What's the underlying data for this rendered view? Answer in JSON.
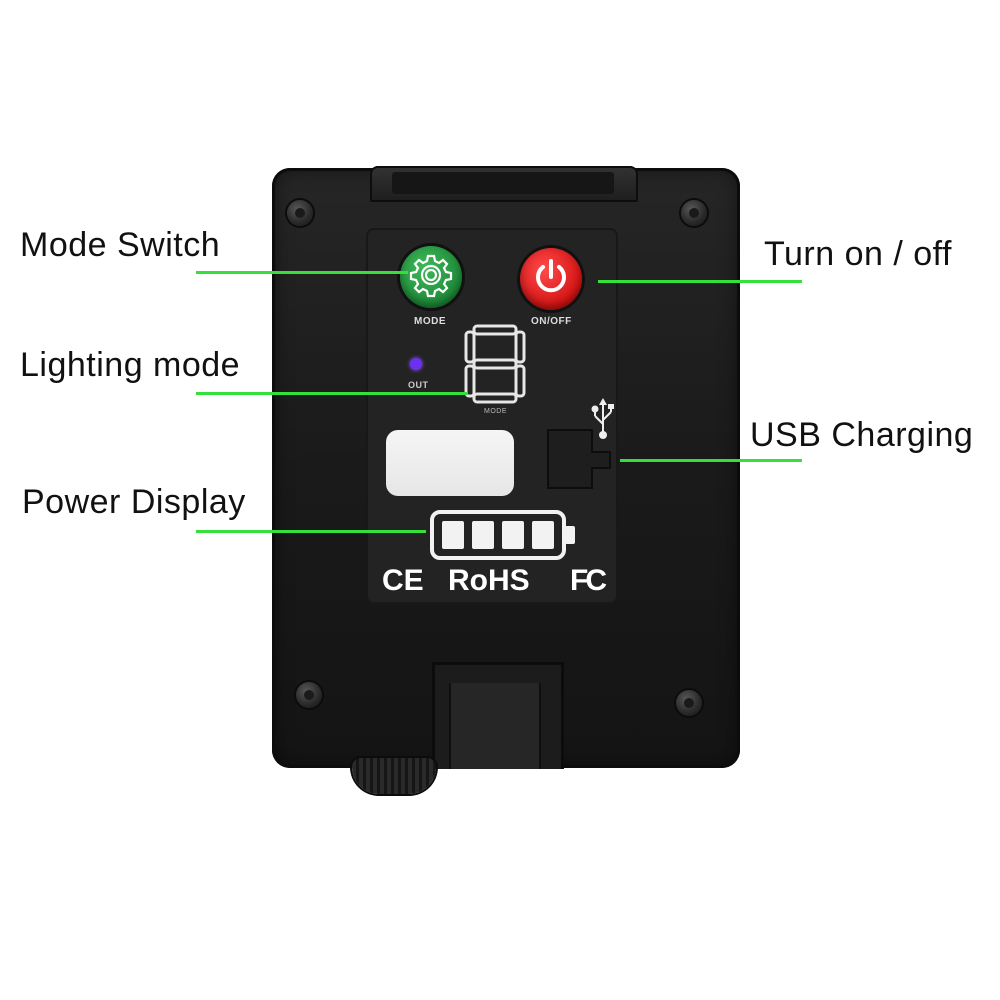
{
  "callouts": {
    "mode_switch": "Mode Switch",
    "turn_on_off": "Turn on / off",
    "lighting_mode": "Lighting mode",
    "usb_charging": "USB Charging",
    "power_display": "Power Display"
  },
  "panel": {
    "mode_label": "MODE",
    "onoff_label": "ON/OFF",
    "out_label": "OUT",
    "digit_label": "MODE",
    "battery_level_fraction": 1.0,
    "certifications": {
      "ce": "CE",
      "rohs": "RoHS",
      "fc": "FC"
    }
  },
  "colors": {
    "leader_line": "#35e03a",
    "mode_button": "#1d8a37",
    "power_button": "#d31212",
    "out_led": "#6d2ff0",
    "device_body": "#1a1a1a"
  },
  "icons": {
    "mode_button": "gear-icon",
    "power_button": "power-icon",
    "usb": "usb-icon",
    "battery": "battery-icon"
  }
}
